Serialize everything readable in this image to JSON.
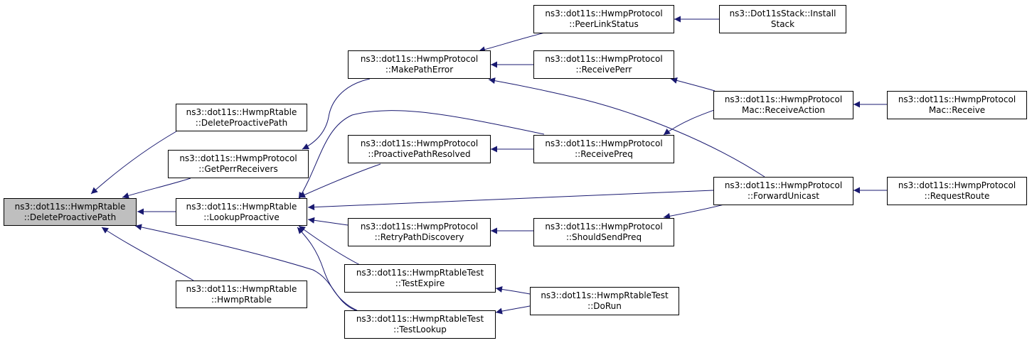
{
  "colors": {
    "edge": "#191970",
    "root_fill": "#bfbfbf",
    "node_fill": "#ffffff",
    "border": "#000000"
  },
  "nodes": {
    "root": {
      "line1": "ns3::dot11s::HwmpRtable",
      "line2": "::DeleteProactivePath"
    },
    "deleteProactivePath2": {
      "line1": "ns3::dot11s::HwmpRtable",
      "line2": "::DeleteProactivePath"
    },
    "getPerrReceivers": {
      "line1": "ns3::dot11s::HwmpProtocol",
      "line2": "::GetPerrReceivers"
    },
    "lookupProactive": {
      "line1": "ns3::dot11s::HwmpRtable",
      "line2": "::LookupProactive"
    },
    "hwmpRtable": {
      "line1": "ns3::dot11s::HwmpRtable",
      "line2": "::HwmpRtable"
    },
    "makePathError": {
      "line1": "ns3::dot11s::HwmpProtocol",
      "line2": "::MakePathError"
    },
    "proactivePathResolved": {
      "line1": "ns3::dot11s::HwmpProtocol",
      "line2": "::ProactivePathResolved"
    },
    "retryPathDiscovery": {
      "line1": "ns3::dot11s::HwmpProtocol",
      "line2": "::RetryPathDiscovery"
    },
    "testExpire": {
      "line1": "ns3::dot11s::HwmpRtableTest",
      "line2": "::TestExpire"
    },
    "testLookup": {
      "line1": "ns3::dot11s::HwmpRtableTest",
      "line2": "::TestLookup"
    },
    "peerLinkStatus": {
      "line1": "ns3::dot11s::HwmpProtocol",
      "line2": "::PeerLinkStatus"
    },
    "receivePerr": {
      "line1": "ns3::dot11s::HwmpProtocol",
      "line2": "::ReceivePerr"
    },
    "receivePreq": {
      "line1": "ns3::dot11s::HwmpProtocol",
      "line2": "::ReceivePreq"
    },
    "shouldSendPreq": {
      "line1": "ns3::dot11s::HwmpProtocol",
      "line2": "::ShouldSendPreq"
    },
    "doRun": {
      "line1": "ns3::dot11s::HwmpRtableTest",
      "line2": "::DoRun"
    },
    "installStack": {
      "line1": "ns3::Dot11sStack::Install",
      "line2": "Stack"
    },
    "receiveAction": {
      "line1": "ns3::dot11s::HwmpProtocol",
      "line2": "Mac::ReceiveAction"
    },
    "forwardUnicast": {
      "line1": "ns3::dot11s::HwmpProtocol",
      "line2": "::ForwardUnicast"
    },
    "macReceive": {
      "line1": "ns3::dot11s::HwmpProtocol",
      "line2": "Mac::Receive"
    },
    "requestRoute": {
      "line1": "ns3::dot11s::HwmpProtocol",
      "line2": "::RequestRoute"
    }
  }
}
